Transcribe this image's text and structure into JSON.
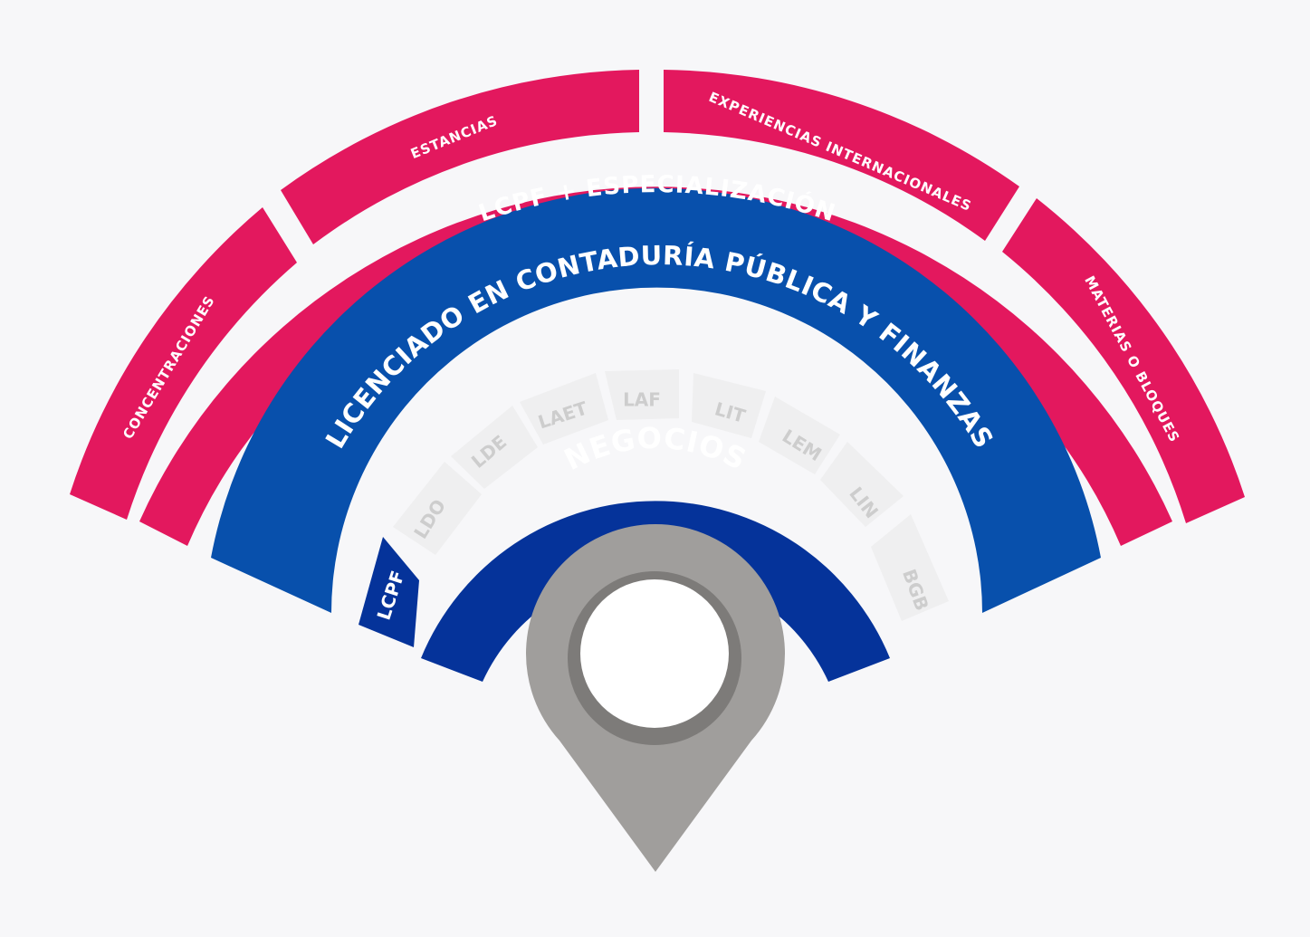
{
  "outer_ring": {
    "labels": [
      "CONCENTRACIONES",
      "ESTANCIAS",
      "EXPERIENCIAS INTERNACIONALES",
      "MATERIAS O BLOQUES"
    ]
  },
  "specialization": {
    "label": "LCPF + ESPECIALIZACIÓN"
  },
  "degree": {
    "label": "LICENCIADO EN CONTADURÍA PÚBLICA Y FINANZAS"
  },
  "programs": {
    "active": "LCPF",
    "others": [
      "LDO",
      "LDE",
      "LAET",
      "LAF",
      "LIT",
      "LEM",
      "LIN",
      "BGB"
    ]
  },
  "school": {
    "label": "NEGOCIOS"
  },
  "colors": {
    "pink": "#e3185e",
    "blue": "#0850ac",
    "navy": "#05339a",
    "tile": "#efeff0",
    "tile_text": "#cdcdcd",
    "pin": "#a09e9c",
    "pin_ring": "#7d7b79",
    "background": "#f7f7f9"
  },
  "icons": {
    "center": "map-pin-icon"
  }
}
